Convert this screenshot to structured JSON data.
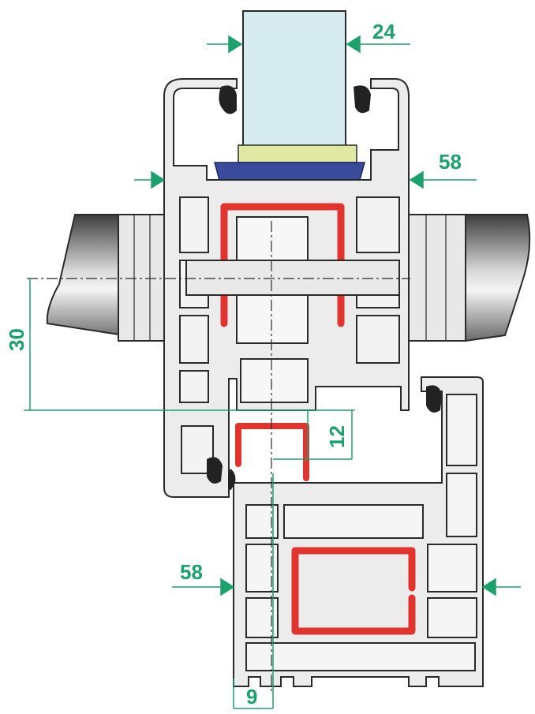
{
  "dimensions": {
    "glass_thickness": "24",
    "sash_depth": "58",
    "frame_depth": "58",
    "handle_axis_offset": "30",
    "overlap": "12",
    "rebate": "9"
  },
  "colors": {
    "dimension": "#1ba16b",
    "glass": "#d7ecee",
    "spacer": "#3a4a9c",
    "glass_block": "#dfe9a4",
    "steel_reinforcement": "#e2342f",
    "profile_fill": "#ececec",
    "profile_outline": "#2a2a2a",
    "wall_dark": "#555555",
    "wall_light": "#cfcfcf"
  }
}
